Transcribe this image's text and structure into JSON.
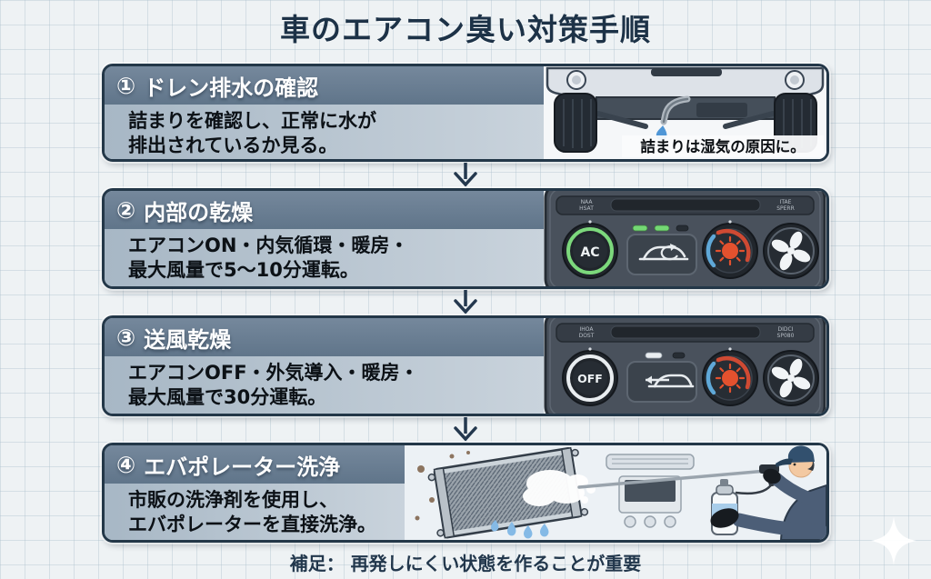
{
  "title": "車のエアコン臭い対策手順",
  "footer_note": "補足： 再発しにくい状態を作ることが重要",
  "steps": [
    {
      "number": "①",
      "title": "ドレン排水の確認",
      "desc_line1": "詰まりを確認し、正常に水が",
      "desc_line2": "排出されているか見る。",
      "illustration": "car-underside-drain",
      "caption": "詰まりは湿気の原因に。"
    },
    {
      "number": "②",
      "title": "内部の乾燥",
      "desc_line1": "エアコンON・内気循環・暖房・",
      "desc_line2": "最大風量で5〜10分運転。",
      "illustration": "climate-panel-ac-on",
      "panel": {
        "power_button": "AC",
        "label_left_1": "NAA",
        "label_left_2": "HSAT",
        "label_right_1": "ITAE",
        "label_right_2": "SPERR"
      }
    },
    {
      "number": "③",
      "title": "送風乾燥",
      "desc_line1": "エアコンOFF・外気導入・暖房・",
      "desc_line2": "最大風量で30分運転。",
      "illustration": "climate-panel-ac-off",
      "panel": {
        "power_button": "OFF",
        "label_left_1": "IHOA",
        "label_left_2": "DOST",
        "label_right_1": "DIDCI",
        "label_right_2": "SP080"
      }
    },
    {
      "number": "④",
      "title": "エバポレーター洗浄",
      "desc_line1": "市販の洗浄剤を使用し、",
      "desc_line2": "エバポレーターを直接洗浄。",
      "illustration": "evaporator-cleaning"
    }
  ],
  "colors": {
    "box_border": "#233748",
    "header_band": "#687d91",
    "body_band": "#bcc8d3",
    "title_text": "#1d3247",
    "arrow": "#24384e",
    "ac_ring_green": "#7cd87c",
    "temp_hot_red": "#e4512e",
    "temp_cold_blue": "#5fa8d8",
    "droplet_blue": "#4f96d6",
    "panel_dark": "#49515c"
  }
}
